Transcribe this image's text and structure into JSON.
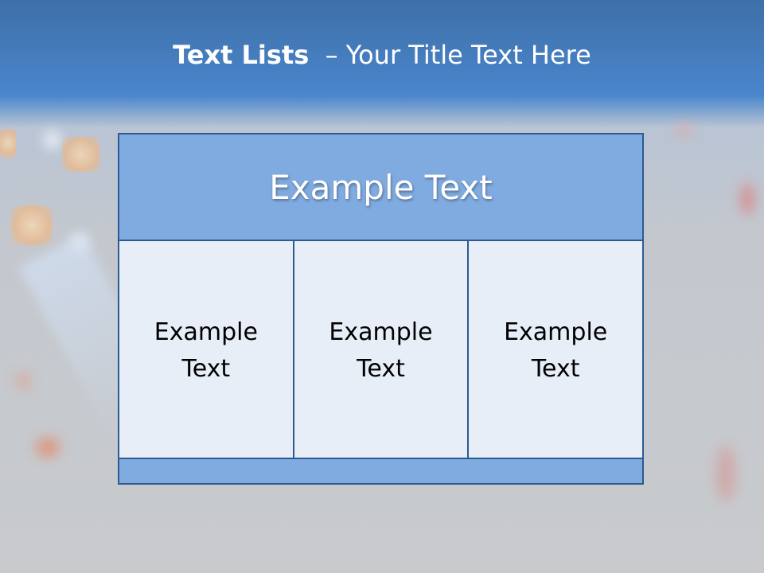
{
  "slide": {
    "title_bold": "Text Lists",
    "title_rest": "– Your Title Text Here",
    "header_text": "Example Text",
    "columns": [
      {
        "line1": "Example",
        "line2": "Text"
      },
      {
        "line1": "Example",
        "line2": "Text"
      },
      {
        "line1": "Example",
        "line2": "Text"
      }
    ]
  },
  "colors": {
    "header_bar": "#4a86cc",
    "panel_border": "#2b5b91",
    "panel_header_fill": "#80abe0",
    "panel_body_fill": "#e8eef8"
  }
}
